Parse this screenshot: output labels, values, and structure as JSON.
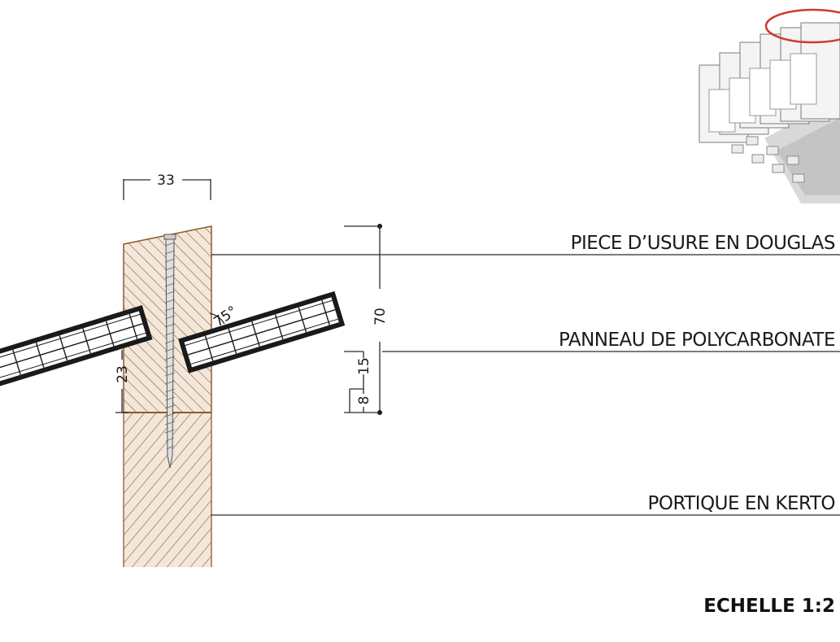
{
  "title": "",
  "labels": {
    "douglas": "PIECE D’USURE EN DOUGLAS",
    "polycarbonate": "PANNEAU DE POLYCARBONATE",
    "kerto": "PORTIQUE EN KERTO"
  },
  "dimensions": {
    "width_top": "33",
    "height_total": "70",
    "height_15": "15",
    "height_8": "8",
    "height_23": "23",
    "angle": "75°"
  },
  "scale": "ECHELLE 1:2",
  "colors": {
    "wood_edge": "#8b5a2b",
    "wood_fill": "#e6d2ba",
    "wear_piece_fill": "#ebdcc8",
    "callout_ring": "#cc3b2e",
    "ink": "#1a1a1a"
  }
}
